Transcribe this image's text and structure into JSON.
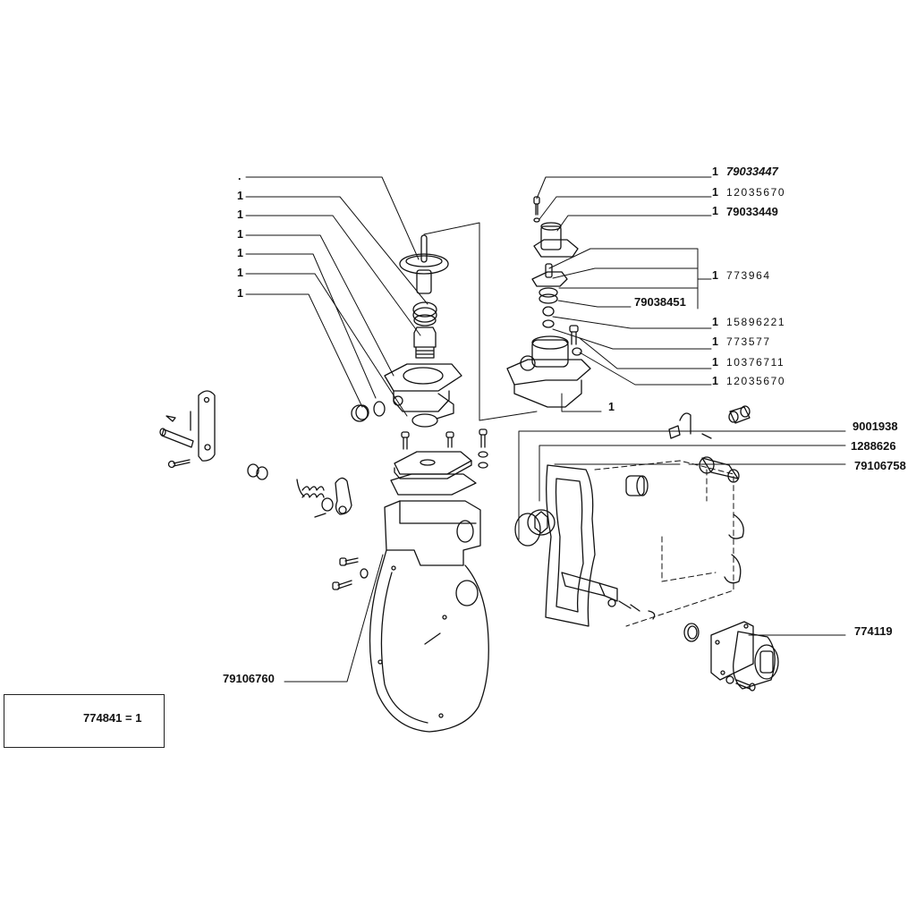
{
  "diagram": {
    "type": "exploded-parts-view",
    "left_callouts": [
      {
        "qty": ".",
        "part": ""
      },
      {
        "qty": "1",
        "part": ""
      },
      {
        "qty": "1",
        "part": ""
      },
      {
        "qty": "1",
        "part": ""
      },
      {
        "qty": "1",
        "part": ""
      },
      {
        "qty": "1",
        "part": ""
      },
      {
        "qty": "1",
        "part": ""
      }
    ],
    "right_callouts": [
      {
        "qty": "1",
        "part": "79033447"
      },
      {
        "qty": "1",
        "part": "12035670"
      },
      {
        "qty": "1",
        "part": "79033449"
      },
      {
        "qty": "1",
        "part": "773964"
      },
      {
        "qty": "",
        "part": "79038451"
      },
      {
        "qty": "1",
        "part": "15896221"
      },
      {
        "qty": "1",
        "part": "773577"
      },
      {
        "qty": "1",
        "part": "10376711"
      },
      {
        "qty": "1",
        "part": "12035670"
      }
    ],
    "housing_callout": {
      "qty": "1"
    },
    "side_callouts": [
      {
        "part": "9001938"
      },
      {
        "part": "1288626"
      },
      {
        "part": "79106758"
      },
      {
        "part": "774119"
      }
    ],
    "bottom_callout": {
      "part": "79106760"
    },
    "kit": {
      "label": "774841 = 1"
    }
  }
}
